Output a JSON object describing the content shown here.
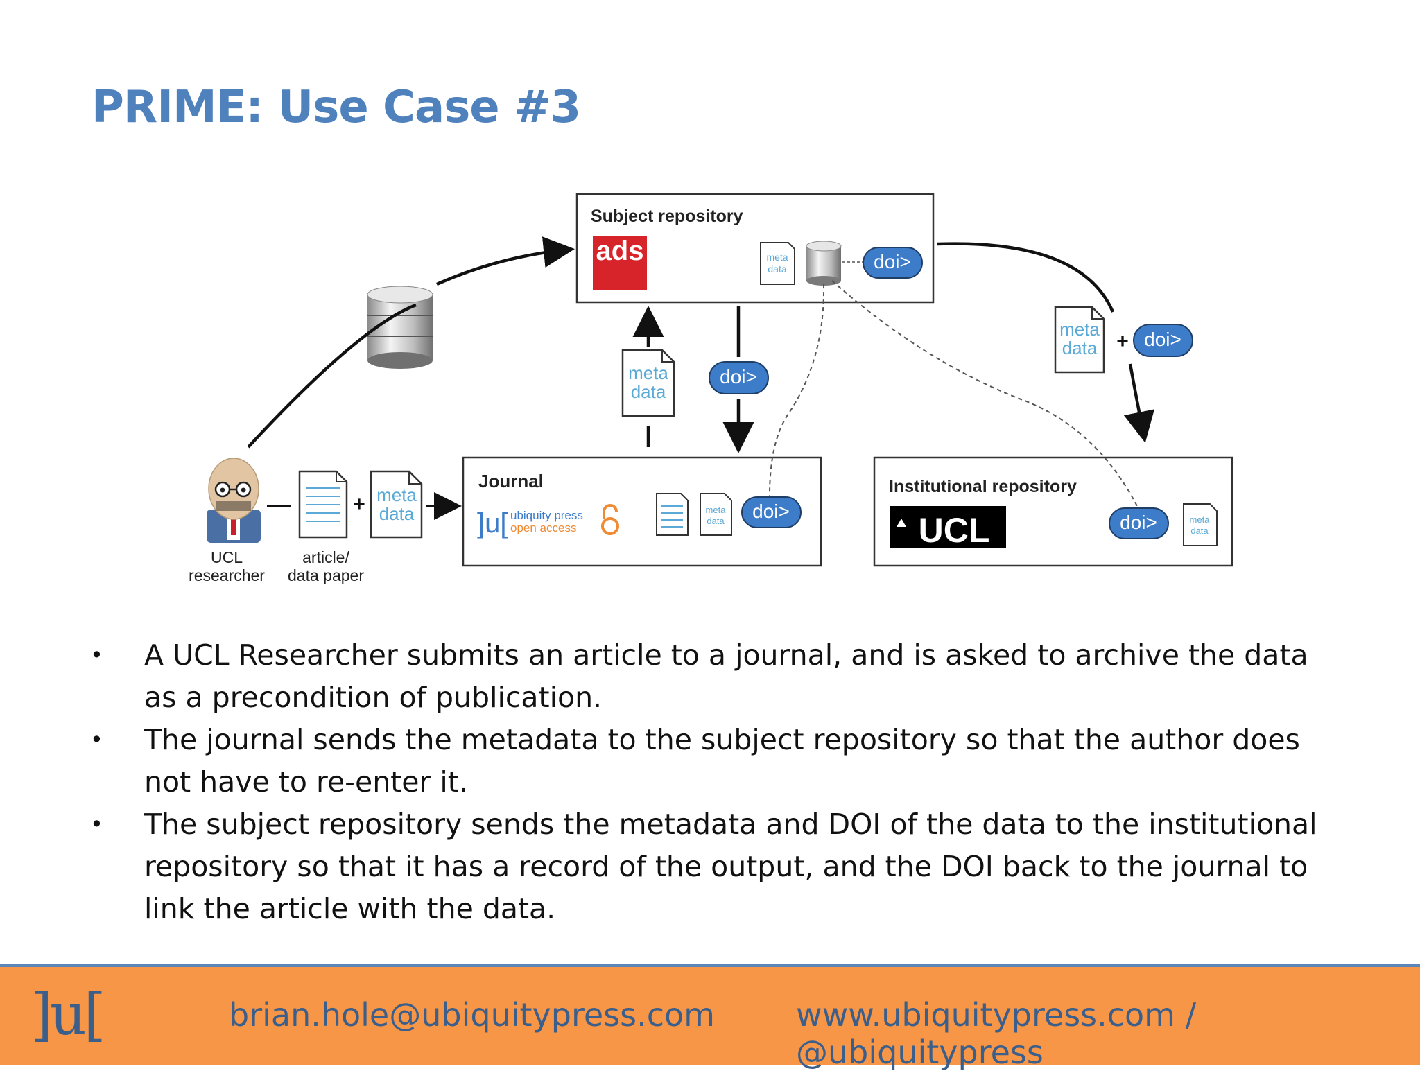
{
  "slide": {
    "title": "PRIME: Use Case #3"
  },
  "diagram": {
    "subject_repository": {
      "label": "Subject repository",
      "logo": "ads"
    },
    "journal": {
      "label": "Journal",
      "logo_mark": "]u[",
      "logo_line1": "ubiquity press",
      "logo_line2": "open access"
    },
    "institutional_repository": {
      "label": "Institutional repository",
      "logo": "UCL"
    },
    "researcher": {
      "line1": "UCL",
      "line2": "researcher"
    },
    "article": {
      "line1": "article/",
      "line2": "data paper"
    },
    "meta_label_line1": "meta",
    "meta_label_line2": "data",
    "doi_label": "doi>",
    "plus": "+"
  },
  "bullets": [
    "A UCL Researcher submits an article to a journal, and is asked to archive the data as a precondition of publication.",
    "The journal sends the metadata to the subject repository so that the author does not have to re-enter it.",
    "The subject repository sends the metadata and DOI of the data to the institutional repository so that it has a record of the output, and the DOI back to the journal to link the article with the data."
  ],
  "bullet_glyph": "•",
  "footer": {
    "logo": "]u[",
    "email": "brian.hole@ubiquitypress.com",
    "web": "www.ubiquitypress.com / @ubiquitypress"
  },
  "colors": {
    "title": "#4f81bd",
    "doi": "#3d7cc9",
    "footer": "#f79646",
    "ads": "#d7242a"
  }
}
